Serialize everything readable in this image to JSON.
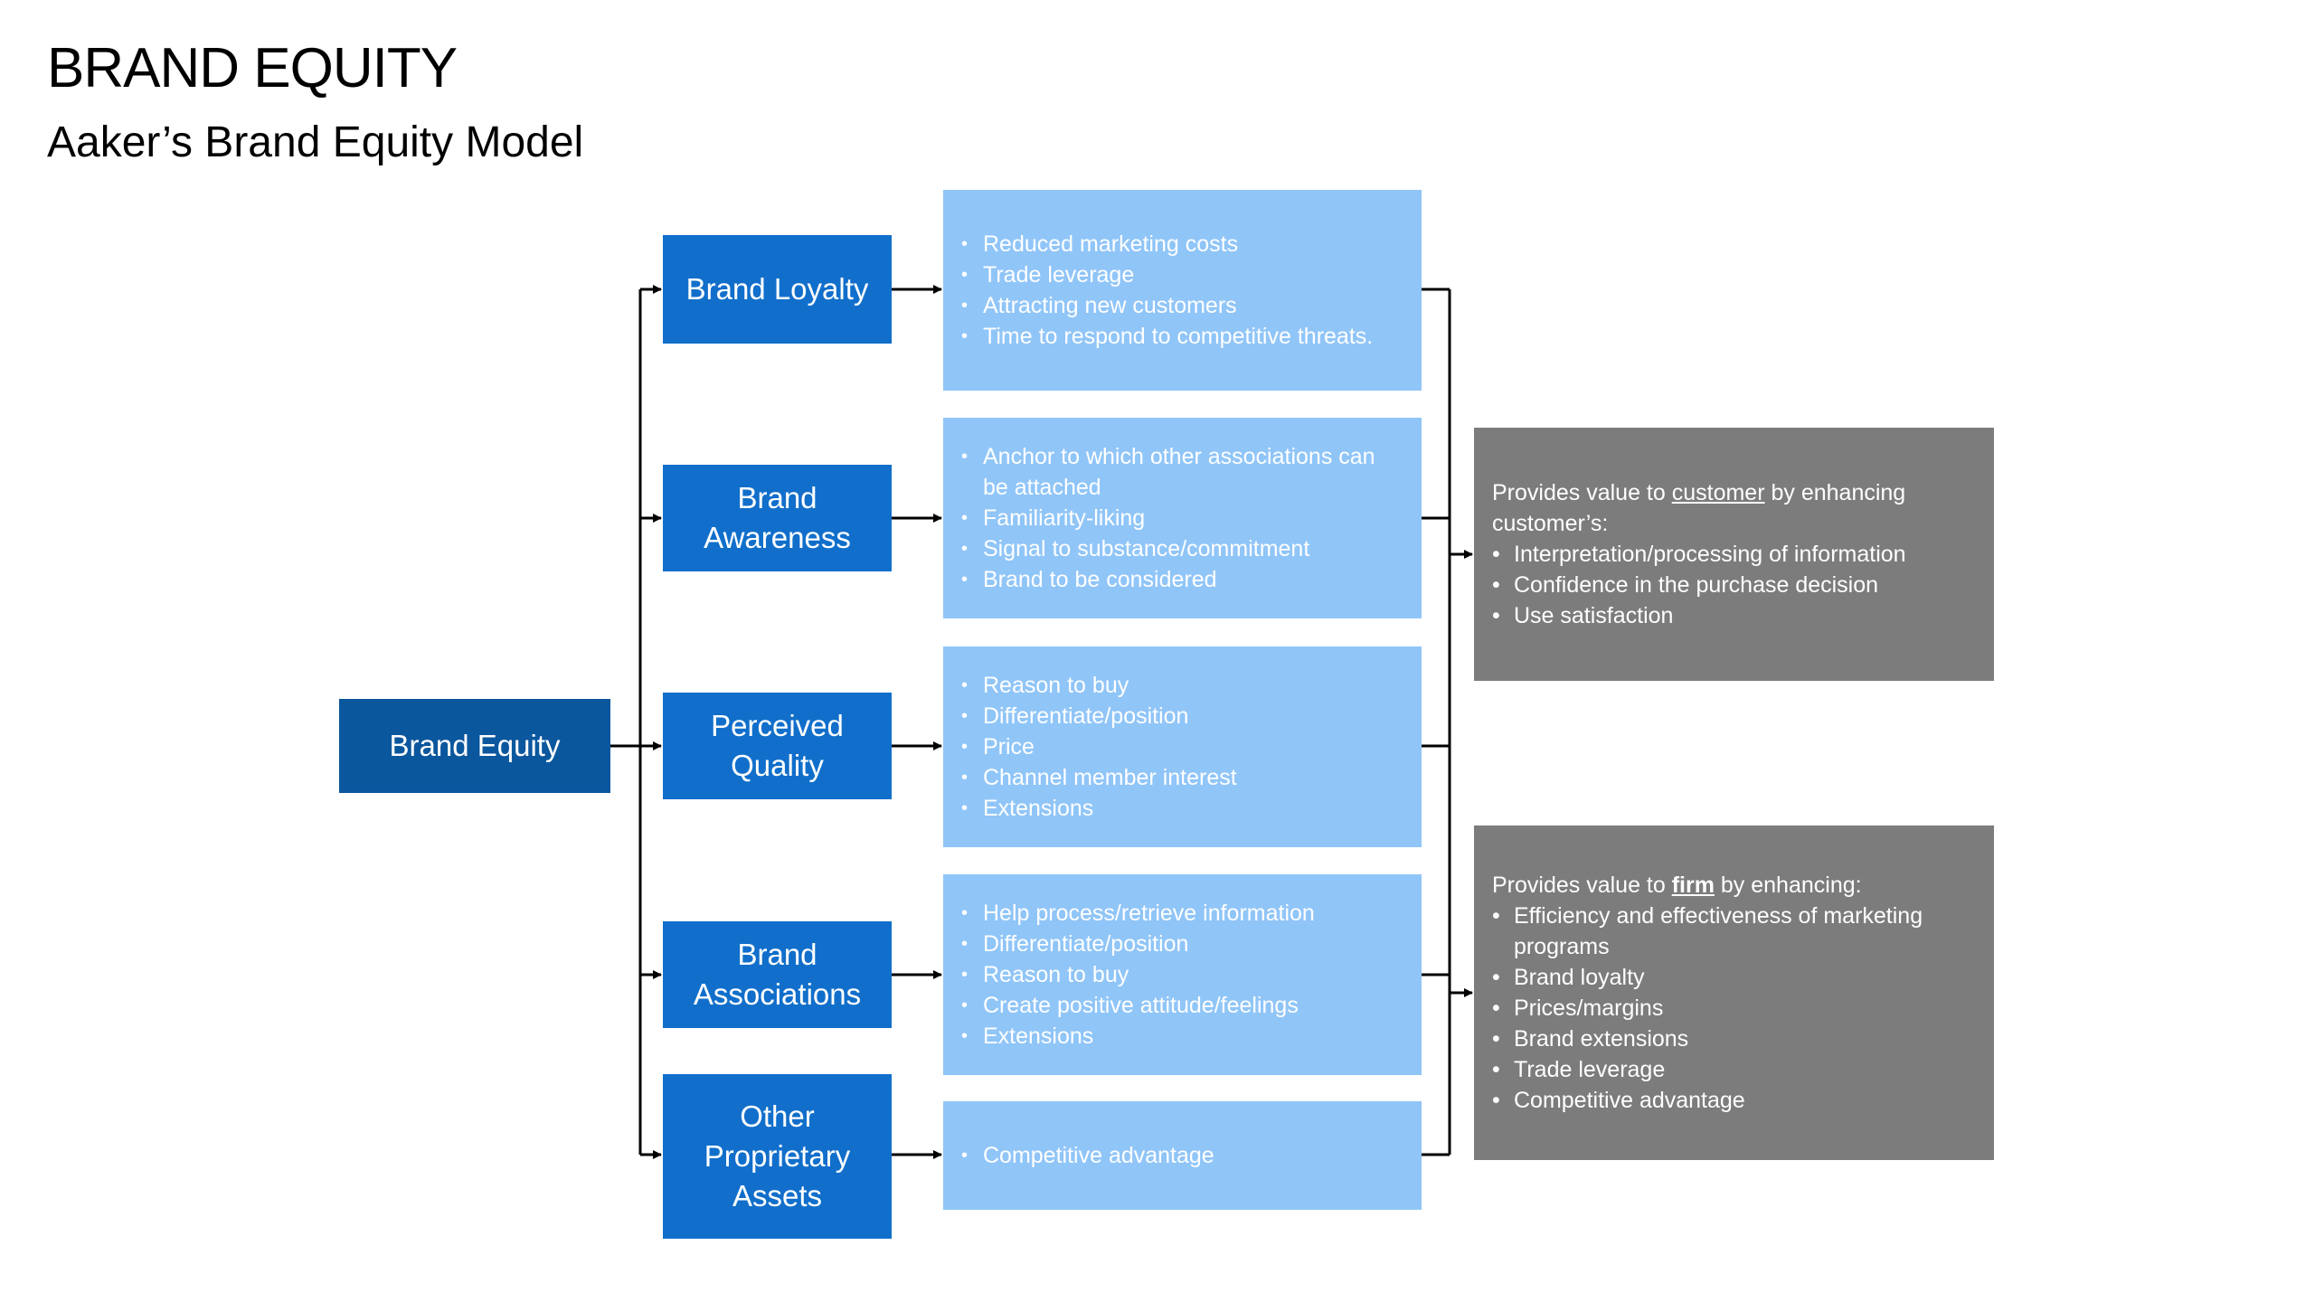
{
  "header": {
    "title": "BRAND EQUITY",
    "subtitle": "Aaker’s Brand Equity Model"
  },
  "root": {
    "label": "Brand Equity"
  },
  "drivers": [
    {
      "label": "Brand Loyalty",
      "details": [
        "Reduced marketing costs",
        "Trade leverage",
        "Attracting new customers",
        "Time to respond to competitive threats."
      ]
    },
    {
      "label": "Brand Awareness",
      "details": [
        "Anchor to which other associations can be attached",
        "Familiarity-liking",
        "Signal to substance/commitment",
        "Brand to be considered"
      ]
    },
    {
      "label": "Perceived Quality",
      "details": [
        "Reason to buy",
        "Differentiate/position",
        "Price",
        "Channel member interest",
        "Extensions"
      ]
    },
    {
      "label": "Brand Associations",
      "details": [
        "Help process/retrieve information",
        "Differentiate/position",
        "Reason to buy",
        "Create positive attitude/feelings",
        "Extensions"
      ]
    },
    {
      "label": "Other Proprietary Assets",
      "details": [
        "Competitive advantage"
      ]
    }
  ],
  "customer_value": {
    "intro_before": "Provides value to ",
    "keyword": "customer",
    "intro_after": " by enhancing customer’s:",
    "items": [
      "Interpretation/processing of information",
      "Confidence in the purchase decision",
      "Use satisfaction"
    ]
  },
  "firm_value": {
    "intro_before": "Provides value to ",
    "keyword": "firm",
    "intro_after": " by enhancing:",
    "items": [
      "Efficiency and effectiveness of marketing programs",
      "Brand loyalty",
      "Prices/margins",
      "Brand extensions",
      "Trade leverage",
      "Competitive advantage"
    ]
  },
  "colors": {
    "root": "#0b579e",
    "driver": "#116fcb",
    "detail": "#90c5f8",
    "value": "#7c7c7c",
    "connector": "#000000"
  }
}
